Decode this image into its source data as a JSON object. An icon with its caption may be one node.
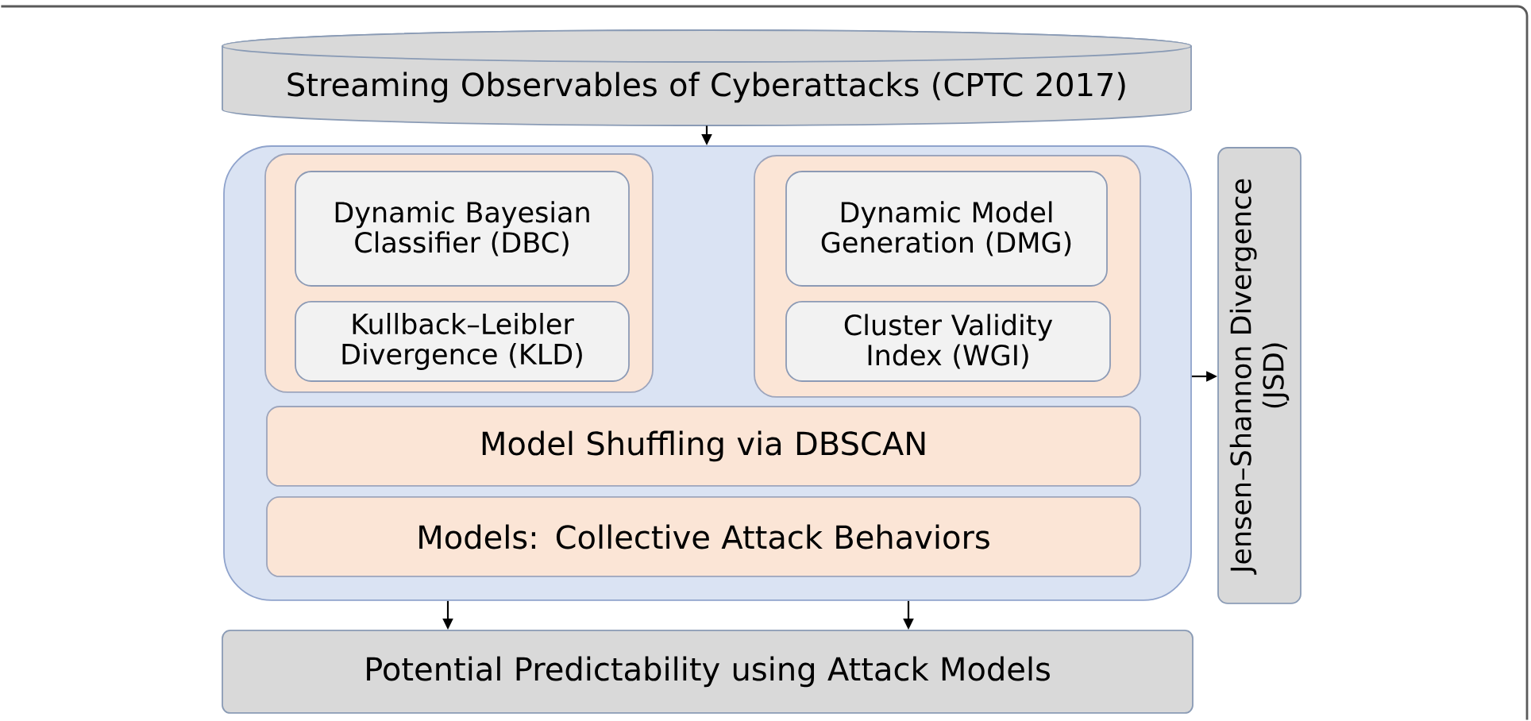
{
  "diagram": {
    "nodes": [
      {
        "text": [
          "Streaming Observables of Cyberattacks (CPTC 2017)"
        ]
      },
      {
        "text": [],
        "shape": "box"
      },
      {
        "text": [],
        "shape": "box",
        "in": 1
      },
      {
        "text": [
          "Dynamic Bayesian Classifier (DBC)"
        ],
        "in": 2
      },
      {
        "text": [
          "Kullback–Leibler Divergence (KLD)"
        ],
        "in": 2
      },
      {
        "text": [],
        "shape": "box",
        "in": 1
      },
      {
        "text": [
          "Dynamic Model Generation (DMG)"
        ],
        "in": 5
      },
      {
        "text": [
          "Cluster Validity Index (WGI)"
        ],
        "in": 5
      },
      {
        "text": [
          "Model Shuffling via DBSCAN"
        ],
        "in": 1
      },
      {
        "text": [
          "Models: Collective Attack Behaviors"
        ],
        "in": 1
      },
      {
        "text": [
          "Jensen–Shannon Divergence (JSD)"
        ]
      },
      {
        "text": [
          "Potential Predictability using Attack Models"
        ]
      }
    ],
    "edges": [
      {
        "from": 0,
        "to": 1,
        "arrow": "to"
      },
      {
        "from": 1,
        "to": 10,
        "arrow": "to"
      },
      {
        "from": 1,
        "to": 11,
        "arrow": "to"
      },
      {
        "from": 1,
        "to": 11,
        "arrow": "to"
      }
    ]
  }
}
